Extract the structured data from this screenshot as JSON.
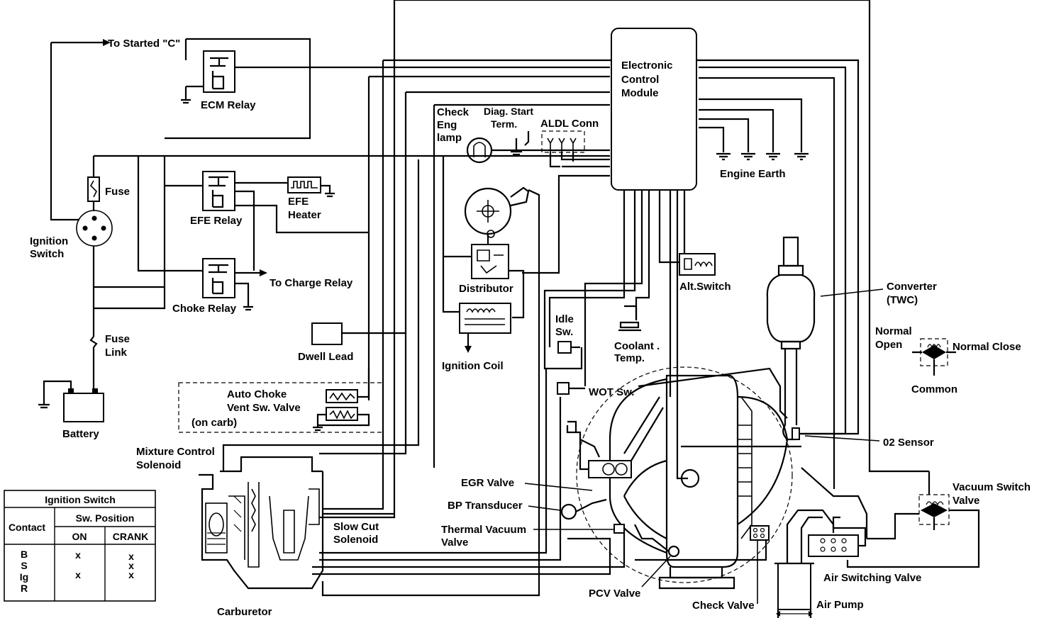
{
  "labels": {
    "to_started": "To Started \"C\"",
    "ecm_relay": "ECM Relay",
    "fuse": "Fuse",
    "ignition_switch": [
      "Ignition",
      "Switch"
    ],
    "efe_relay": "EFE Relay",
    "efe_heater": [
      "EFE",
      "Heater"
    ],
    "choke_relay": "Choke Relay",
    "to_charge_relay": "To Charge Relay",
    "fuse_link": [
      "Fuse",
      "Link"
    ],
    "battery": "Battery",
    "dwell_lead": "Dwell Lead",
    "auto_choke": [
      "Auto Choke",
      "Vent Sw. Valve"
    ],
    "on_carb": "(on carb)",
    "mixture_control": [
      "Mixture Control",
      "Solenoid"
    ],
    "carburetor": "Carburetor",
    "slow_cut": [
      "Slow Cut",
      "Solenoid"
    ],
    "ecm": [
      "Electronic",
      "Control",
      "Module"
    ],
    "check_eng": [
      "Check",
      "Eng",
      "lamp"
    ],
    "diag_start": [
      "Diag. Start",
      "Term."
    ],
    "aldl_conn": "ALDL Conn",
    "engine_earth": "Engine Earth",
    "distributor": "Distributor",
    "ignition_coil": "Ignition Coil",
    "idle_sw": [
      "Idle",
      "Sw."
    ],
    "coolant_temp": [
      "Coolant .",
      "Temp."
    ],
    "alt_switch": "Alt.Switch",
    "wot_sw": "WOT Sw.",
    "converter": [
      "Converter",
      "(TWC)"
    ],
    "normal_open": [
      "Normal",
      "Open"
    ],
    "normal_close": "Normal Close",
    "common": "Common",
    "o2_sensor": "02 Sensor",
    "egr_valve": "EGR Valve",
    "bp_transducer": "BP Transducer",
    "thermal_vacuum": [
      "Thermal Vacuum",
      "Valve"
    ],
    "pcv_valve": "PCV Valve",
    "check_valve": "Check Valve",
    "air_pump": "Air Pump",
    "air_switching_valve": "Air Switching Valve",
    "vacuum_switch_valve": [
      "Vacuum Switch",
      "Valve"
    ]
  },
  "ignition_table": {
    "title": "Ignition Switch",
    "contact_header": "Contact",
    "position_header": "Sw. Position",
    "columns": [
      "ON",
      "CRANK"
    ],
    "contacts": [
      "B",
      "S",
      "Ig",
      "R"
    ],
    "on_marks": [
      "x",
      "",
      "x",
      ""
    ],
    "crank_marks": [
      "x",
      "x",
      "x",
      ""
    ]
  }
}
